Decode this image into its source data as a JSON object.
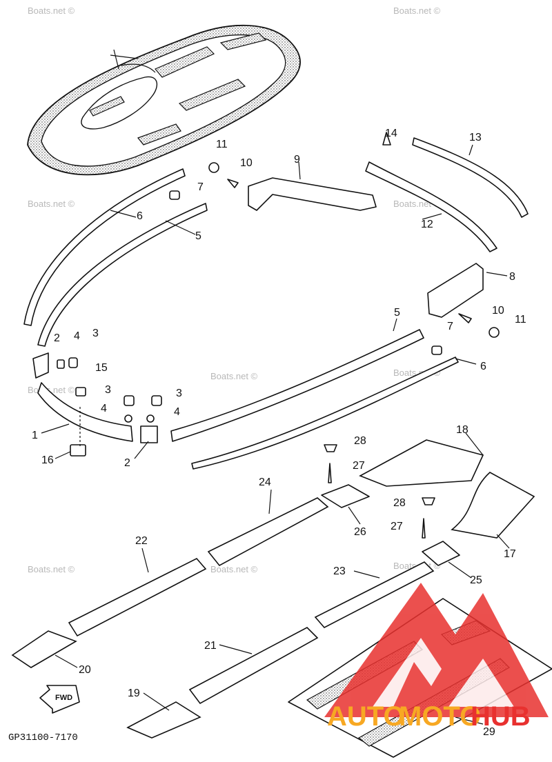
{
  "diagram_code": "GP31100-7170",
  "fwd_label": "FWD",
  "watermark": "Boats.net ©",
  "brand": {
    "auto": "AUTO",
    "moto": "MOTO",
    "hub": "HUB"
  },
  "colors": {
    "logo_red": "#e8312f",
    "logo_orange": "#f7a823",
    "line": "#111111"
  },
  "callouts": [
    "1",
    "2",
    "2",
    "3",
    "3",
    "3",
    "4",
    "4",
    "4",
    "5",
    "5",
    "6",
    "6",
    "7",
    "7",
    "8",
    "9",
    "10",
    "10",
    "11",
    "11",
    "12",
    "13",
    "14",
    "15",
    "16",
    "17",
    "18",
    "19",
    "20",
    "21",
    "22",
    "23",
    "24",
    "25",
    "26",
    "27",
    "27",
    "28",
    "28",
    "29"
  ]
}
